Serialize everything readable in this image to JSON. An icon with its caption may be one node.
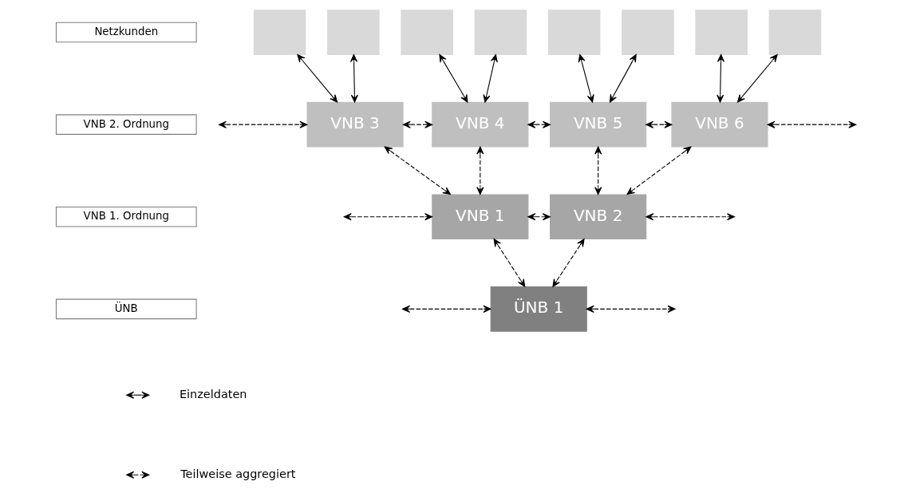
{
  "diagram": {
    "nodes": [
      {
        "text": [
          "Netzkunden"
        ]
      },
      {
        "text": [],
        "shape": "box"
      },
      {
        "text": [],
        "shape": "box"
      },
      {
        "text": [],
        "shape": "box"
      },
      {
        "text": [],
        "shape": "box"
      },
      {
        "text": [],
        "shape": "box"
      },
      {
        "text": [],
        "shape": "box"
      },
      {
        "text": [],
        "shape": "box"
      },
      {
        "text": [],
        "shape": "box"
      },
      {
        "text": [
          "VNB 2. Ordnung"
        ]
      },
      {
        "text": [
          "VNB 3"
        ]
      },
      {
        "text": [
          "VNB 4"
        ]
      },
      {
        "text": [
          "VNB 5"
        ]
      },
      {
        "text": [
          "VNB 6"
        ]
      },
      {
        "text": [
          "VNB 1. Ordnung"
        ]
      },
      {
        "text": [
          "VNB 1"
        ]
      },
      {
        "text": [
          "VNB 2"
        ]
      },
      {
        "text": [
          "ÜNB"
        ]
      },
      {
        "text": [
          "ÜNB 1"
        ]
      }
    ],
    "edges": [
      {
        "from": 1,
        "to": 10,
        "arrow": "both"
      },
      {
        "from": 2,
        "to": 10,
        "arrow": "both"
      },
      {
        "from": 3,
        "to": 11,
        "arrow": "both"
      },
      {
        "from": 4,
        "to": 11,
        "arrow": "both"
      },
      {
        "from": 5,
        "to": 12,
        "arrow": "both"
      },
      {
        "from": 6,
        "to": 12,
        "arrow": "both"
      },
      {
        "from": 7,
        "to": 13,
        "arrow": "both"
      },
      {
        "from": 8,
        "to": 13,
        "arrow": "both"
      },
      {
        "from": null,
        "to": 10,
        "arrow": "both",
        "style": "dashed"
      },
      {
        "from": 10,
        "to": 11,
        "arrow": "both",
        "style": "dashed"
      },
      {
        "from": 11,
        "to": 12,
        "arrow": "both",
        "style": "dashed"
      },
      {
        "from": 12,
        "to": 13,
        "arrow": "both",
        "style": "dashed"
      },
      {
        "from": 13,
        "to": null,
        "arrow": "both",
        "style": "dashed"
      },
      {
        "from": 10,
        "to": 15,
        "arrow": "both",
        "style": "dashed"
      },
      {
        "from": 11,
        "to": 15,
        "arrow": "both",
        "style": "dashed"
      },
      {
        "from": 12,
        "to": 16,
        "arrow": "both",
        "style": "dashed"
      },
      {
        "from": 13,
        "to": 16,
        "arrow": "both",
        "style": "dashed"
      },
      {
        "from": null,
        "to": 15,
        "arrow": "both",
        "style": "dashed"
      },
      {
        "from": 15,
        "to": 16,
        "arrow": "both",
        "style": "dashed"
      },
      {
        "from": 16,
        "to": null,
        "arrow": "both",
        "style": "dashed"
      },
      {
        "from": 15,
        "to": 18,
        "arrow": "both",
        "style": "dashed"
      },
      {
        "from": 16,
        "to": 18,
        "arrow": "both",
        "style": "dashed"
      },
      {
        "from": null,
        "to": 18,
        "arrow": "both",
        "style": "dashed"
      },
      {
        "from": 18,
        "to": null,
        "arrow": "both",
        "style": "dashed"
      }
    ],
    "legend": [
      {
        "text": "Einzeldaten"
      },
      {
        "text": "Teilweise aggregiert"
      }
    ]
  }
}
